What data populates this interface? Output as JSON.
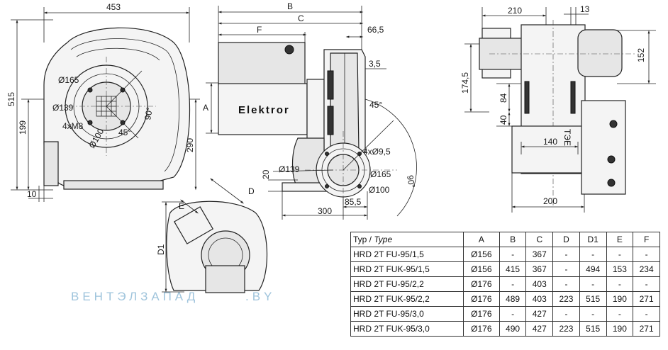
{
  "front_view": {
    "dims": {
      "width_top": "453",
      "height_total": "515",
      "height_lower": "199",
      "height_right": "290",
      "offset_bottom": "10",
      "inlet_dia": "Ø165",
      "bolt_dia": "Ø139",
      "bolts": "4xM8",
      "pipe_dia": "Ø100",
      "angle_a": "90°",
      "angle_b": "45°"
    }
  },
  "side_view": {
    "brand_label": "Elektror",
    "dims": {
      "B": "B",
      "C": "C",
      "F": "F",
      "A": "A",
      "d_66_5": "66,5",
      "d_3_5": "3,5",
      "angle_45": "45°",
      "holes": "4xØ9,5",
      "angle_90": "90°",
      "flange_165": "Ø165",
      "flange_100": "Ø100",
      "flange_139": "Ø139",
      "d_20": "20",
      "d_300": "300",
      "d_85_5": "85,5"
    }
  },
  "bottom_view": {
    "dims": {
      "D": "D",
      "E": "E",
      "D1": "D1"
    }
  },
  "right_view": {
    "dims": {
      "d_210": "210",
      "d_13": "13",
      "d_152": "152",
      "d_174_5": "174,5",
      "d_84": "84",
      "d_40": "40",
      "d_140": "140",
      "d_200": "200",
      "vent_label": "ТЭЕ"
    }
  },
  "watermark": {
    "brand": "ВЕНТЭЛЗАПАД",
    "suffix": ".BY"
  },
  "table": {
    "header_typ": "Typ /",
    "header_type": "Type",
    "columns": [
      "A",
      "B",
      "C",
      "D",
      "D1",
      "E",
      "F"
    ],
    "rows": [
      {
        "typ": "HRD 2T FU-95/1,5",
        "A": "Ø156",
        "B": "-",
        "C": "367",
        "D": "-",
        "D1": "-",
        "E": "-",
        "F": "-"
      },
      {
        "typ": "HRD 2T FUK-95/1,5",
        "A": "Ø156",
        "B": "415",
        "C": "367",
        "D": "-",
        "D1": "494",
        "E": "153",
        "F": "234"
      },
      {
        "typ": "HRD 2T FU-95/2,2",
        "A": "Ø176",
        "B": "-",
        "C": "403",
        "D": "-",
        "D1": "-",
        "E": "-",
        "F": "-"
      },
      {
        "typ": "HRD 2T FUK-95/2,2",
        "A": "Ø176",
        "B": "489",
        "C": "403",
        "D": "223",
        "D1": "515",
        "E": "190",
        "F": "271"
      },
      {
        "typ": "HRD 2T FU-95/3,0",
        "A": "Ø176",
        "B": "-",
        "C": "427",
        "D": "-",
        "D1": "-",
        "E": "-",
        "F": "-"
      },
      {
        "typ": "HRD 2T FUK-95/3,0",
        "A": "Ø176",
        "B": "490",
        "C": "427",
        "D": "223",
        "D1": "515",
        "E": "190",
        "F": "271"
      }
    ]
  }
}
